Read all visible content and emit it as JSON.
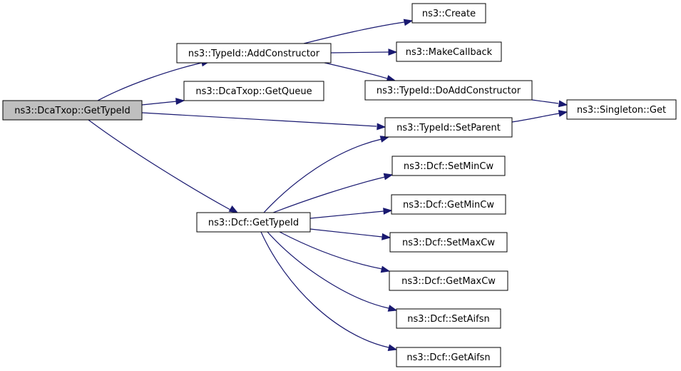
{
  "graph": {
    "nodes": {
      "root": "ns3::DcaTxop::GetTypeId",
      "add_constructor": "ns3::TypeId::AddConstructor",
      "get_queue": "ns3::DcaTxop::GetQueue",
      "dcf_get_type_id": "ns3::Dcf::GetTypeId",
      "create": "ns3::Create",
      "make_callback": "ns3::MakeCallback",
      "do_add_constructor": "ns3::TypeId::DoAddConstructor",
      "set_parent": "ns3::TypeId::SetParent",
      "set_min_cw": "ns3::Dcf::SetMinCw",
      "get_min_cw": "ns3::Dcf::GetMinCw",
      "set_max_cw": "ns3::Dcf::SetMaxCw",
      "get_max_cw": "ns3::Dcf::GetMaxCw",
      "set_aifsn": "ns3::Dcf::SetAifsn",
      "get_aifsn": "ns3::Dcf::GetAifsn",
      "singleton_get": "ns3::Singleton::Get"
    },
    "edges": [
      [
        "root",
        "add_constructor"
      ],
      [
        "root",
        "get_queue"
      ],
      [
        "root",
        "set_parent"
      ],
      [
        "root",
        "dcf_get_type_id"
      ],
      [
        "add_constructor",
        "create"
      ],
      [
        "add_constructor",
        "make_callback"
      ],
      [
        "add_constructor",
        "do_add_constructor"
      ],
      [
        "do_add_constructor",
        "singleton_get"
      ],
      [
        "set_parent",
        "singleton_get"
      ],
      [
        "dcf_get_type_id",
        "set_parent"
      ],
      [
        "dcf_get_type_id",
        "set_min_cw"
      ],
      [
        "dcf_get_type_id",
        "get_min_cw"
      ],
      [
        "dcf_get_type_id",
        "set_max_cw"
      ],
      [
        "dcf_get_type_id",
        "get_max_cw"
      ],
      [
        "dcf_get_type_id",
        "set_aifsn"
      ],
      [
        "dcf_get_type_id",
        "get_aifsn"
      ]
    ],
    "colors": {
      "edge": "#191970",
      "root_fill": "#bfbfbf",
      "node_fill": "#ffffff",
      "node_border": "#000000"
    }
  }
}
